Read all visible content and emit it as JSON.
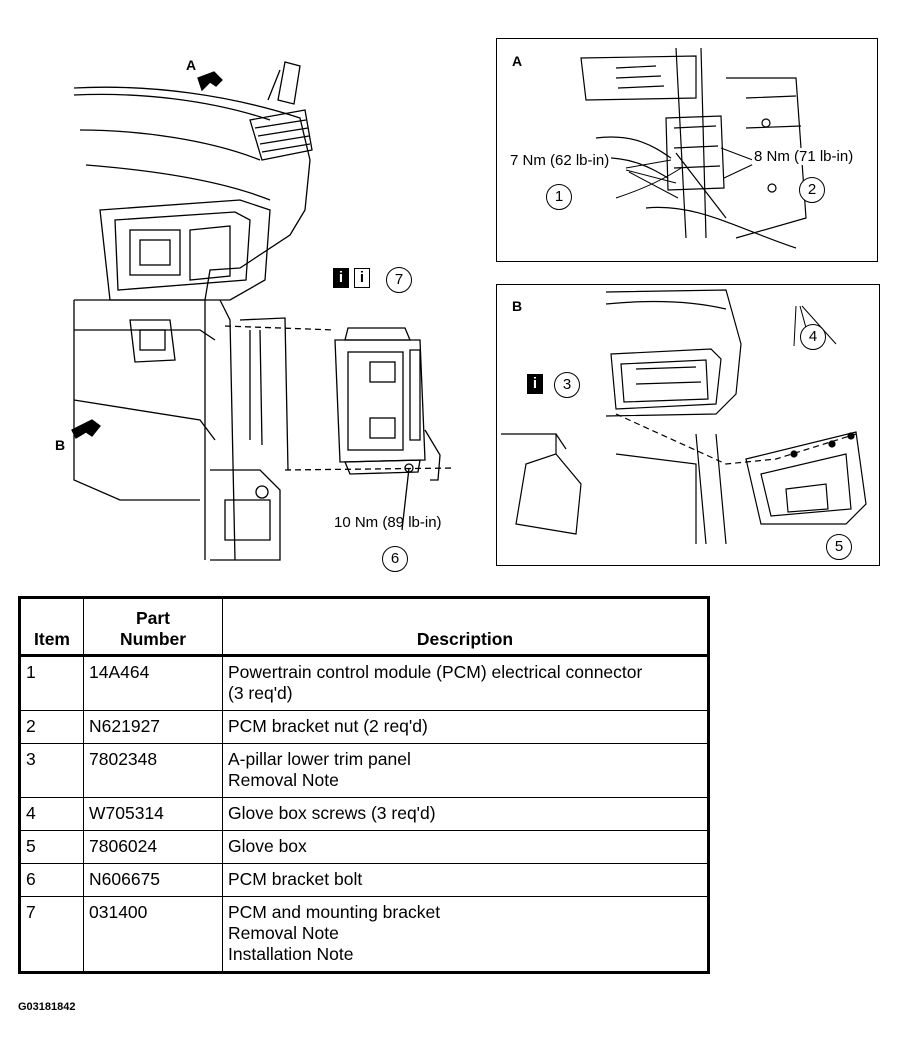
{
  "figure": {
    "view_a_label": "A",
    "view_b_label": "B",
    "main_torque_label": "10 Nm (89 lb-in)",
    "inset_a": {
      "letter": "A",
      "torque_left": "7 Nm (62 lb-in)",
      "torque_right": "8 Nm (71 lb-in)",
      "callouts": [
        "1",
        "2"
      ]
    },
    "inset_b": {
      "letter": "B",
      "callouts": [
        "3",
        "4",
        "5"
      ],
      "info_icon": "i"
    },
    "main_callouts": [
      "7",
      "6"
    ],
    "info_icons": [
      "i",
      "i"
    ],
    "figure_id": "G03181842"
  },
  "table": {
    "headers": {
      "item": "Item",
      "part_number_line1": "Part",
      "part_number_line2": "Number",
      "description": "Description"
    },
    "rows": [
      {
        "item": "1",
        "part": "14A464",
        "desc": [
          "Powertrain control module (PCM) electrical connector",
          "(3 req'd)"
        ]
      },
      {
        "item": "2",
        "part": "N621927",
        "desc": [
          "PCM bracket nut (2 req'd)"
        ]
      },
      {
        "item": "3",
        "part": "7802348",
        "desc": [
          "A-pillar lower trim panel",
          "Removal Note"
        ]
      },
      {
        "item": "4",
        "part": "W705314",
        "desc": [
          "Glove box screws (3 req'd)"
        ]
      },
      {
        "item": "5",
        "part": "7806024",
        "desc": [
          "Glove box"
        ]
      },
      {
        "item": "6",
        "part": "N606675",
        "desc": [
          "PCM bracket bolt"
        ]
      },
      {
        "item": "7",
        "part": "031400",
        "desc": [
          "PCM and mounting bracket",
          "Removal Note",
          "Installation Note"
        ]
      }
    ]
  }
}
